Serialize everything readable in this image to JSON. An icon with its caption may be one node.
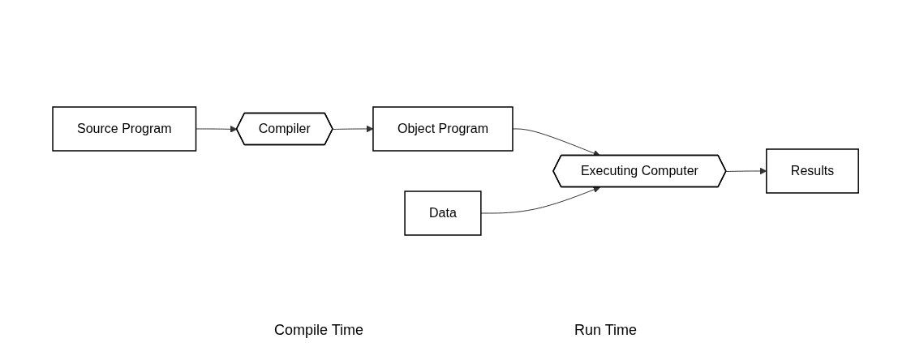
{
  "diagram": {
    "nodes": [
      {
        "text": [
          "Source Program"
        ]
      },
      {
        "text": [
          "Compiler"
        ]
      },
      {
        "text": [
          "Object Program"
        ]
      },
      {
        "text": [
          "Data"
        ]
      },
      {
        "text": [
          "Executing Computer"
        ]
      },
      {
        "text": [
          "Results"
        ]
      }
    ],
    "edges": [
      {
        "from": 0,
        "to": 1,
        "arrow": "to"
      },
      {
        "from": 1,
        "to": 2,
        "arrow": "to"
      },
      {
        "from": 2,
        "to": 4,
        "arrow": "to"
      },
      {
        "from": 3,
        "to": 4,
        "arrow": "to"
      },
      {
        "from": 4,
        "to": 5,
        "arrow": "to"
      }
    ],
    "labels": [
      "Compile Time",
      "Run Time"
    ]
  }
}
